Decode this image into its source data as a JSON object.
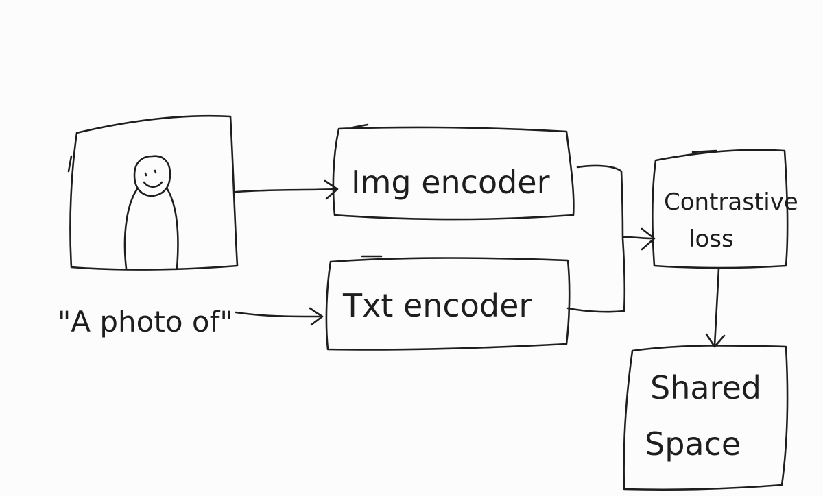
{
  "diagram": {
    "nodes": {
      "image_input": {
        "label": ""
      },
      "text_input": {
        "label": "\"A photo of\""
      },
      "img_encoder": {
        "label": "Img encoder"
      },
      "txt_encoder": {
        "label": "Txt encoder"
      },
      "contrastive_loss": {
        "line1": "Contrastive",
        "line2": "loss"
      },
      "shared_space": {
        "line1": "Shared",
        "line2": "Space"
      }
    },
    "edges": [
      {
        "from": "image_input",
        "to": "img_encoder"
      },
      {
        "from": "text_input",
        "to": "txt_encoder"
      },
      {
        "from": "img_encoder",
        "to": "contrastive_loss"
      },
      {
        "from": "txt_encoder",
        "to": "contrastive_loss"
      },
      {
        "from": "contrastive_loss",
        "to": "shared_space"
      }
    ]
  }
}
